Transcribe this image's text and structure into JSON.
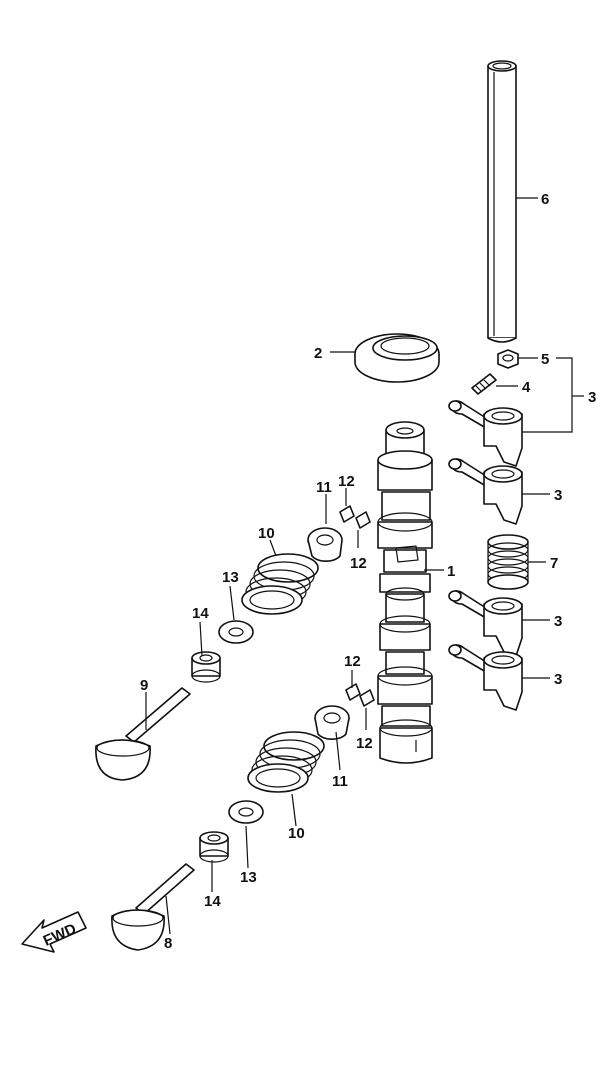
{
  "callouts": {
    "c1": "1",
    "c2": "2",
    "c3_group": "3",
    "c3_a": "3",
    "c3_b": "3",
    "c3_c": "3",
    "c4": "4",
    "c5": "5",
    "c6": "6",
    "c7": "7",
    "c8": "8",
    "c9": "9",
    "c10_upper": "10",
    "c10_lower": "10",
    "c11_upper": "11",
    "c11_lower": "11",
    "c12_upper_a": "12",
    "c12_upper_b": "12",
    "c12_lower_a": "12",
    "c12_lower_b": "12",
    "c13_upper": "13",
    "c13_lower": "13",
    "c14_upper": "14",
    "c14_lower": "14"
  },
  "direction_arrow": {
    "label": "FWD"
  }
}
